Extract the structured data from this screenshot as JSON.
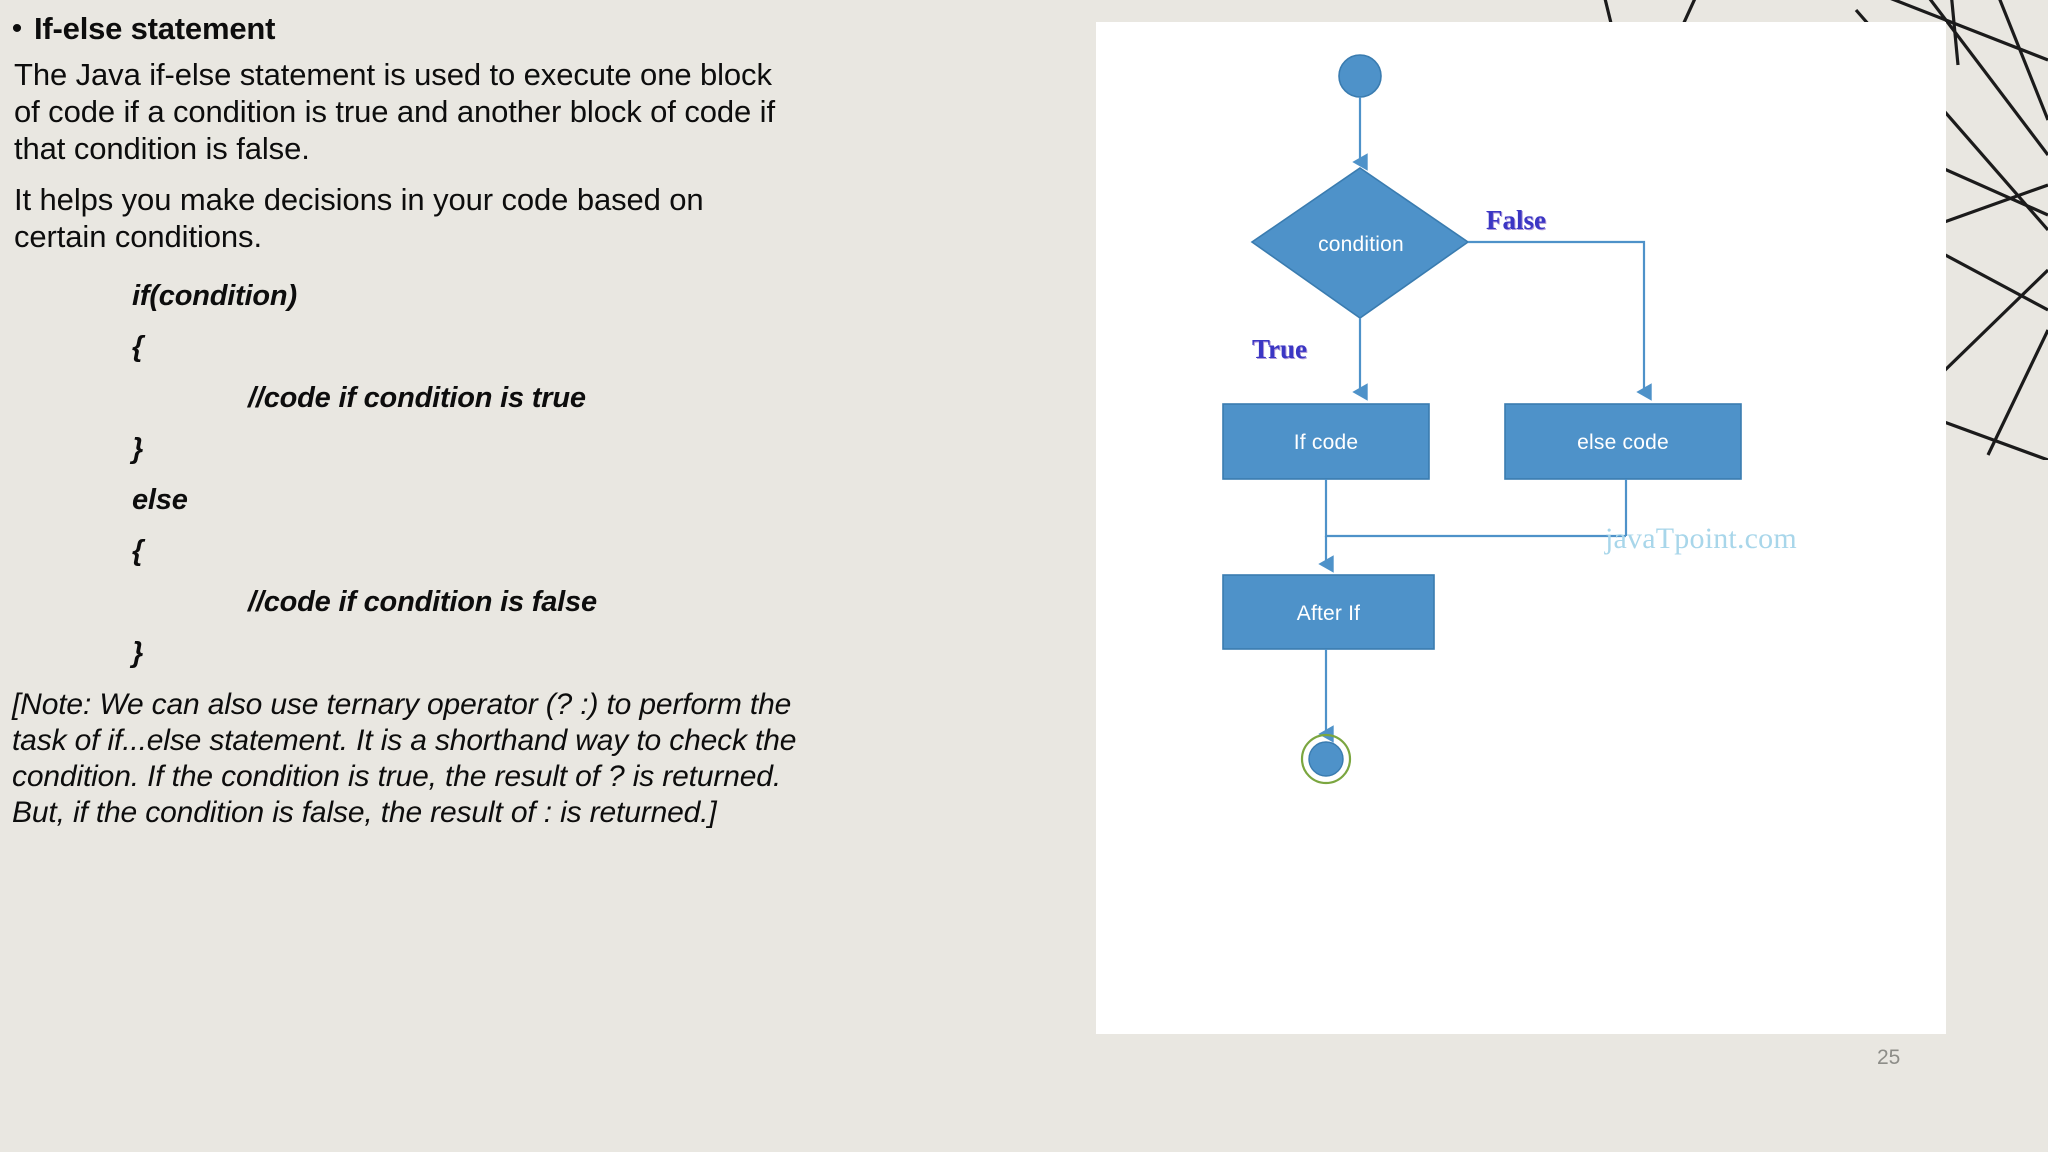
{
  "slide": {
    "number": "25",
    "background_color": "#e9e7e1",
    "panel_color": "#ffffff"
  },
  "content": {
    "bullet_marker": "•",
    "heading": "If-else statement",
    "paragraphs": [
      "The Java if-else statement is used to execute one block of code if a condition is true and another block of code if that condition is false.",
      "It helps you make decisions in your code based on certain conditions."
    ],
    "code_lines": [
      {
        "text": "if(condition)",
        "indent": 1
      },
      {
        "text": "{",
        "indent": 1
      },
      {
        "text": "//code if condition is true",
        "indent": 2
      },
      {
        "text": "}",
        "indent": 1
      },
      {
        "text": "else",
        "indent": 1
      },
      {
        "text": "{",
        "indent": 1
      },
      {
        "text": "//code if condition is false",
        "indent": 2
      },
      {
        "text": "}",
        "indent": 1
      }
    ],
    "note": "[Note: We can also use ternary operator (? :) to perform the task of if...else statement. It is a shorthand way to check the condition. If the condition is true, the result of ? is returned. But, if the condition is false, the result of : is returned.]"
  },
  "diagram": {
    "title": "if-else flowchart",
    "watermark": "javaTpoint.com",
    "colors": {
      "node_fill": "#4e92c9",
      "node_stroke": "#3a7cb0",
      "connector": "#4e92c9",
      "branch_label": "#3b36c4",
      "end_ring": "#7ba640",
      "watermark": "#a8d6ea"
    },
    "nodes": [
      {
        "id": "start",
        "type": "start-circle",
        "label": ""
      },
      {
        "id": "condition",
        "type": "decision-diamond",
        "label": "condition"
      },
      {
        "id": "if-code",
        "type": "process-box",
        "label": "If code"
      },
      {
        "id": "else-code",
        "type": "process-box",
        "label": "else code"
      },
      {
        "id": "after-if",
        "type": "process-box",
        "label": "After If"
      },
      {
        "id": "end",
        "type": "end-circle",
        "label": ""
      }
    ],
    "edge_labels": {
      "true": "True",
      "false": "False"
    }
  }
}
